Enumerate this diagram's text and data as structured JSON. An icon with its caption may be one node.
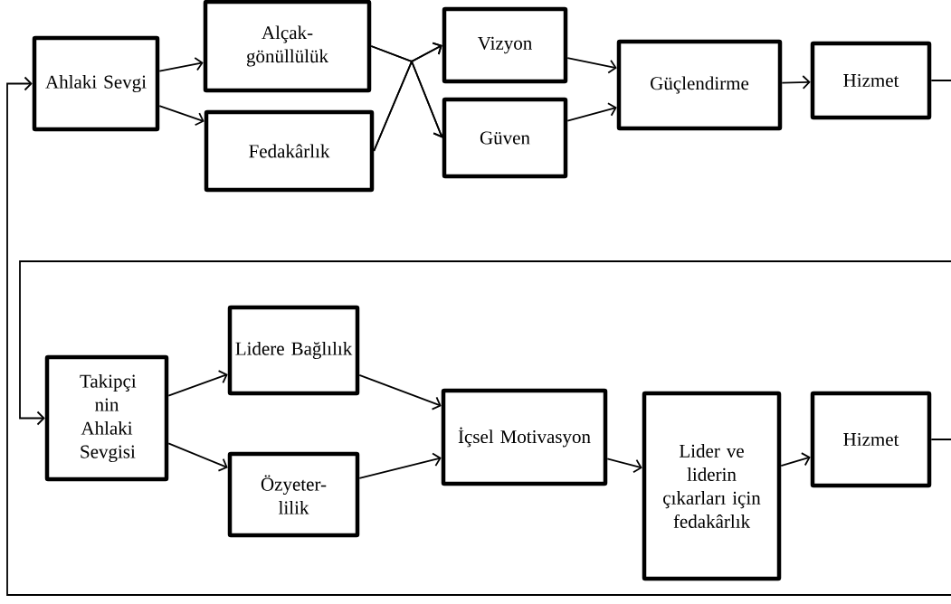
{
  "diagram": {
    "nodes": [
      {
        "text": [
          "Ahlaki Sevgi"
        ]
      },
      {
        "text": [
          "Alçak- gönüllülük"
        ]
      },
      {
        "text": [
          "Fedakârlık"
        ]
      },
      {
        "text": [
          "Vizyon"
        ]
      },
      {
        "text": [
          "Güven"
        ]
      },
      {
        "text": [
          "Güçlendirme"
        ]
      },
      {
        "text": [
          "Hizmet"
        ]
      },
      {
        "text": [
          "Takipçi nin Ahlaki Sevgisi"
        ]
      },
      {
        "text": [
          "Lidere Bağlılık"
        ]
      },
      {
        "text": [
          "Özyeter- lilik"
        ]
      },
      {
        "text": [
          "İçsel Motivasyon"
        ]
      },
      {
        "text": [
          "Lider ve liderin çıkarları için fedakârlık"
        ]
      },
      {
        "text": [
          "Hizmet"
        ]
      }
    ],
    "edges": [
      {
        "from": 0,
        "to": 1,
        "arrow": "to"
      },
      {
        "from": 0,
        "to": 2,
        "arrow": "to"
      },
      {
        "from": 1,
        "to": 3,
        "arrow": "to"
      },
      {
        "from": 1,
        "to": 4,
        "arrow": "to"
      },
      {
        "from": 2,
        "to": 3,
        "arrow": "to"
      },
      {
        "from": 2,
        "to": 4,
        "arrow": "to"
      },
      {
        "from": 3,
        "to": 5,
        "arrow": "to"
      },
      {
        "from": 4,
        "to": 5,
        "arrow": "to"
      },
      {
        "from": 5,
        "to": 6,
        "arrow": "to"
      },
      {
        "from": 6,
        "to": 7,
        "arrow": "to"
      },
      {
        "from": 7,
        "to": 8,
        "arrow": "to"
      },
      {
        "from": 7,
        "to": 9,
        "arrow": "to"
      },
      {
        "from": 8,
        "to": 10,
        "arrow": "to"
      },
      {
        "from": 9,
        "to": 10,
        "arrow": "to"
      },
      {
        "from": 10,
        "to": 11,
        "arrow": "to"
      },
      {
        "from": 11,
        "to": 12,
        "arrow": "to"
      },
      {
        "from": 12,
        "to": 0,
        "arrow": "to"
      }
    ]
  }
}
